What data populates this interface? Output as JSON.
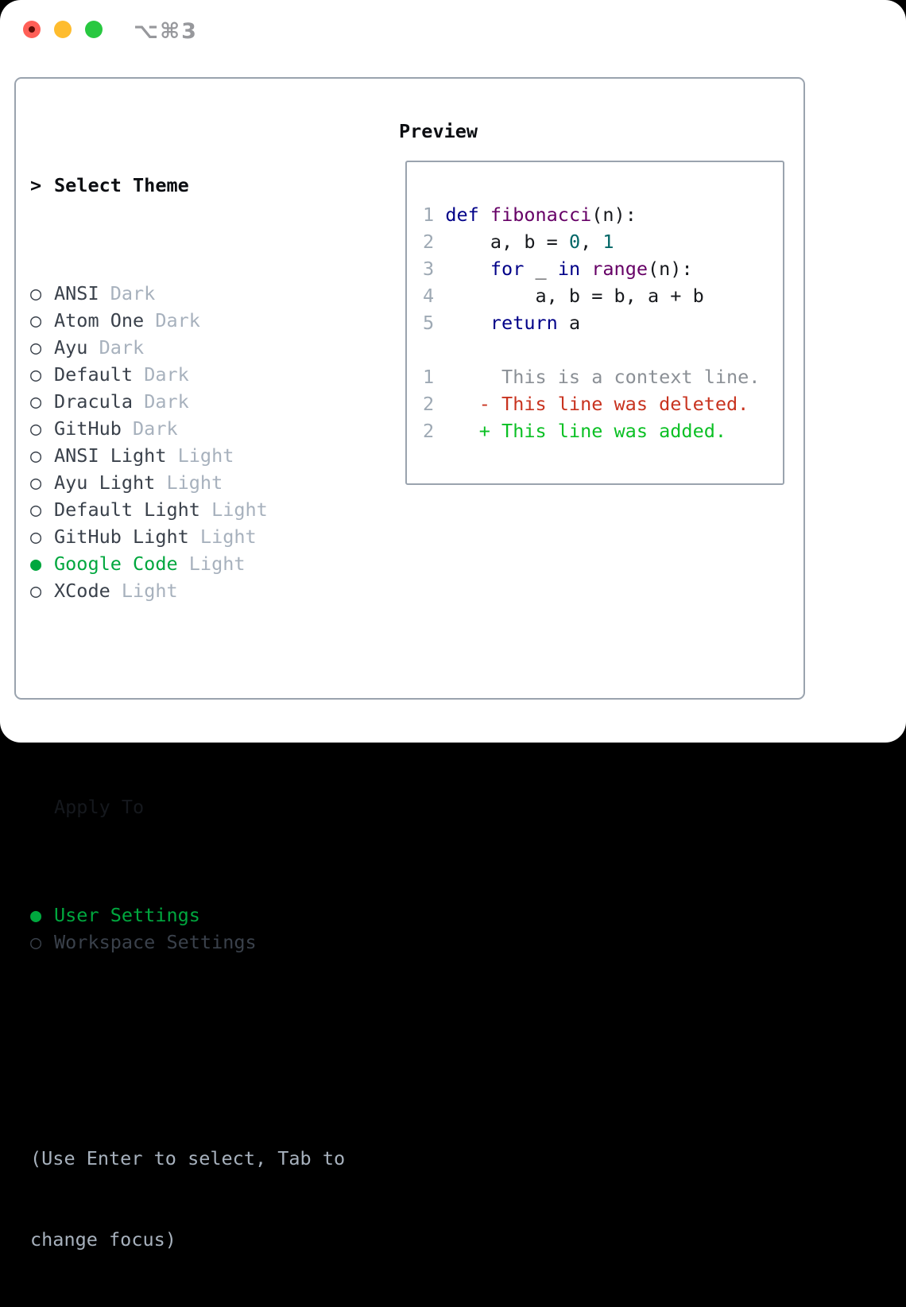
{
  "window": {
    "title": "⌥⌘3"
  },
  "theme_picker": {
    "prompt": ">",
    "header": "Select Theme",
    "items": [
      {
        "name": "ANSI",
        "variant": "Dark",
        "selected": false
      },
      {
        "name": "Atom One",
        "variant": "Dark",
        "selected": false
      },
      {
        "name": "Ayu",
        "variant": "Dark",
        "selected": false
      },
      {
        "name": "Default",
        "variant": "Dark",
        "selected": false
      },
      {
        "name": "Dracula",
        "variant": "Dark",
        "selected": false
      },
      {
        "name": "GitHub",
        "variant": "Dark",
        "selected": false
      },
      {
        "name": "ANSI Light",
        "variant": "Light",
        "selected": false
      },
      {
        "name": "Ayu Light",
        "variant": "Light",
        "selected": false
      },
      {
        "name": "Default Light",
        "variant": "Light",
        "selected": false
      },
      {
        "name": "GitHub Light",
        "variant": "Light",
        "selected": false
      },
      {
        "name": "Google Code",
        "variant": "Light",
        "selected": true
      },
      {
        "name": "XCode",
        "variant": "Light",
        "selected": false
      }
    ]
  },
  "apply_to": {
    "header": "Apply To",
    "items": [
      {
        "label": "User Settings",
        "selected": true
      },
      {
        "label": "Workspace Settings",
        "selected": false
      }
    ]
  },
  "hint": {
    "line1": "(Use Enter to select, Tab to",
    "line2": "change focus)"
  },
  "preview": {
    "header": "Preview",
    "lines": [
      [
        {
          "c": "ln",
          "t": "1"
        },
        {
          "c": "pl",
          "t": " "
        },
        {
          "c": "kw",
          "t": "def"
        },
        {
          "c": "pl",
          "t": " "
        },
        {
          "c": "fn",
          "t": "fibonacci"
        },
        {
          "c": "pl",
          "t": "(n):"
        }
      ],
      [
        {
          "c": "ln",
          "t": "2"
        },
        {
          "c": "pl",
          "t": "     a, b = "
        },
        {
          "c": "num",
          "t": "0"
        },
        {
          "c": "pl",
          "t": ", "
        },
        {
          "c": "num",
          "t": "1"
        }
      ],
      [
        {
          "c": "ln",
          "t": "3"
        },
        {
          "c": "pl",
          "t": "     "
        },
        {
          "c": "kw",
          "t": "for"
        },
        {
          "c": "pl",
          "t": " _ "
        },
        {
          "c": "kw",
          "t": "in"
        },
        {
          "c": "pl",
          "t": " "
        },
        {
          "c": "fn",
          "t": "range"
        },
        {
          "c": "pl",
          "t": "(n):"
        }
      ],
      [
        {
          "c": "ln",
          "t": "4"
        },
        {
          "c": "pl",
          "t": "         a, b = b, a + b"
        }
      ],
      [
        {
          "c": "ln",
          "t": "5"
        },
        {
          "c": "pl",
          "t": "     "
        },
        {
          "c": "kw",
          "t": "return"
        },
        {
          "c": "pl",
          "t": " a"
        }
      ],
      [],
      [
        {
          "c": "ln",
          "t": "1"
        },
        {
          "c": "pl",
          "t": "      "
        },
        {
          "c": "ctx",
          "t": "This is a context line."
        }
      ],
      [
        {
          "c": "ln",
          "t": "2"
        },
        {
          "c": "pl",
          "t": "    "
        },
        {
          "c": "del",
          "t": "- This line was deleted."
        }
      ],
      [
        {
          "c": "ln",
          "t": "2"
        },
        {
          "c": "pl",
          "t": "    "
        },
        {
          "c": "add",
          "t": "+ This line was added."
        }
      ]
    ]
  },
  "colors": {
    "accent_green": "#00a73e",
    "keyword_blue": "#000088",
    "function_purple": "#660066",
    "number_teal": "#006666",
    "diff_red": "#c8331f",
    "diff_green": "#0bc024",
    "muted_gray": "#a7b1bd",
    "border_gray": "#9aa3ae",
    "traffic_red": "#ff5f57",
    "traffic_yellow": "#febc2e",
    "traffic_green": "#28c840"
  }
}
